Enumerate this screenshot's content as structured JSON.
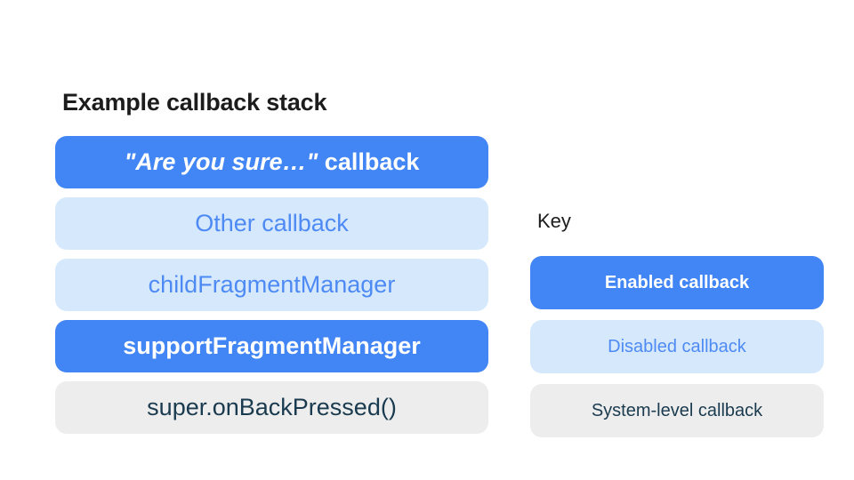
{
  "colors": {
    "enabled_bg": "#4285F4",
    "enabled_text": "#FFFFFF",
    "disabled_bg": "#D6E9FC",
    "disabled_text": "#4E8AF4",
    "system_bg": "#EDEDED",
    "system_text": "#1A3B4F",
    "heading_text": "#1C1C1C"
  },
  "stack": {
    "title": "Example callback stack",
    "items": [
      {
        "type": "enabled",
        "label_italic": "\"Are you sure…\"",
        "label_rest": " callback"
      },
      {
        "type": "disabled",
        "label": "Other callback"
      },
      {
        "type": "disabled",
        "label": "childFragmentManager"
      },
      {
        "type": "enabled",
        "label": "supportFragmentManager"
      },
      {
        "type": "system",
        "label": "super.onBackPressed()"
      }
    ]
  },
  "key": {
    "title": "Key",
    "items": [
      {
        "type": "enabled",
        "label": "Enabled callback"
      },
      {
        "type": "disabled",
        "label": "Disabled callback"
      },
      {
        "type": "system",
        "label": "System-level callback"
      }
    ]
  }
}
